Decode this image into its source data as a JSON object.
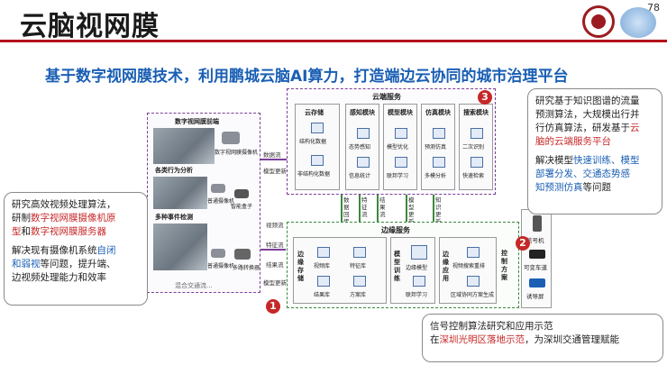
{
  "page": {
    "title": "云脑视网膜",
    "page_number": "78"
  },
  "subtitle": {
    "prefix": "基于数字视网膜技术，利用鹏城云脑AI算力，打造端边云协同的城市治理平台"
  },
  "front": {
    "title": "数字视网膜前端",
    "camera_label": "数字视网膜摄像机",
    "scene1": "各类行为分析",
    "ordinary_cam": "普通摄像机",
    "smart_box": "智能盒子",
    "scene2": "多种事件检测",
    "ordinary_cam2": "普通摄像机",
    "multi_conv": "多路转换器",
    "footer": "混合交通流..."
  },
  "streams": {
    "data_stream": "数据流",
    "model_update": "模型更新",
    "video_stream": "视频流",
    "feature_stream": "特征流",
    "result_stream": "结果流",
    "model_update2": "模型更新"
  },
  "cloud": {
    "title": "云端服务",
    "storage": "云存储",
    "s1": "结构化数据",
    "s2": "非结构化数据",
    "sense": "感知模块",
    "sense1": "态势感知",
    "sense2": "信息统计",
    "model": "模型模块",
    "model1": "模型优化",
    "model2": "联邦学习",
    "sim": "仿真模块",
    "sim1": "预测仿真",
    "sim2": "多模分析",
    "search": "搜索模块",
    "search1": "二次识别",
    "search2": "快速检索"
  },
  "links": {
    "l1": "数据回传",
    "l2": "特征流",
    "l3": "结果流",
    "l4": "模型更新",
    "l5": "知识更新"
  },
  "edge": {
    "title": "边缘服务",
    "store": "边缘存储",
    "store_items": [
      "视频库",
      "特征库",
      "结果库",
      "方案库"
    ],
    "train": "模型训练",
    "train_items": [
      "边缘模型",
      "联邦学习"
    ],
    "apply": "边缘应用",
    "apply_items": [
      "视频搜索重排",
      "区域协同方案生成"
    ],
    "ctrl": "控制方案"
  },
  "signals": {
    "s1": "信号机",
    "s2": "可变车道",
    "s3": "诱导屏"
  },
  "callouts": {
    "left_a1": "研究高效视频处理算法，",
    "left_a2": "研制",
    "left_a3": "数字视网膜摄像机原",
    "left_a4": "型",
    "left_a5": "和",
    "left_a6": "数字视网膜服务器",
    "left_b1": "解决现有摄像机系统",
    "left_b2": "自闭",
    "left_b3": "和弱视",
    "left_b4": "等问题，提升端、",
    "left_b5": "边视频处理能力和效率",
    "right_a1": "研究基于知识图谱的流量",
    "right_a2": "预测算法，大规模出行并",
    "right_a3": "行仿真算法，研发基于",
    "right_a4": "云",
    "right_a5": "脑的云端服务平台",
    "right_b1": "解决模型",
    "right_b2": "快速训练、模型",
    "right_b3": "部署分发、交通态势感",
    "right_b4": "知预测仿真",
    "right_b5": "等问题",
    "bottom_1": "信号控制算法研究和应用示范",
    "bottom_2": "在",
    "bottom_3": "深圳光明区落地示范",
    "bottom_4": "，为深圳交通管理赋能"
  },
  "markers": {
    "m1": "1",
    "m2": "2",
    "m3": "3"
  },
  "colors": {
    "accent_red": "#c62828",
    "accent_blue": "#1a5fb4",
    "frame_purple": "#7b3f98",
    "frame_green": "#3b8a3b"
  }
}
